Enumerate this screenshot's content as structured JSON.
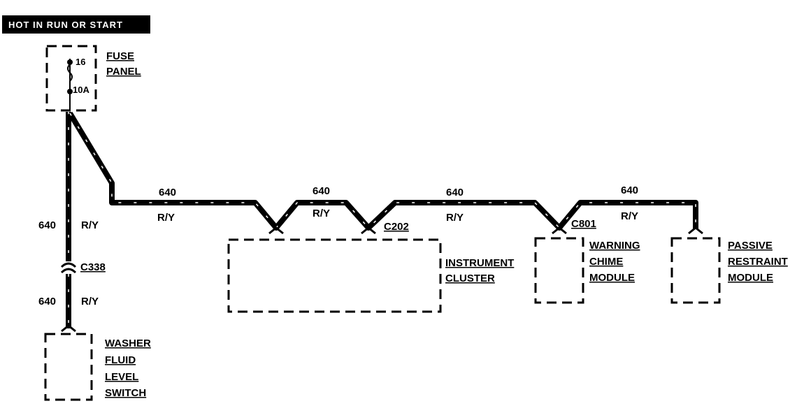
{
  "header": {
    "power_label": "HOT IN RUN OR START"
  },
  "fuse_panel": {
    "line1": "FUSE",
    "line2": "PANEL",
    "fuse_number": "16",
    "fuse_rating": "10A"
  },
  "connectors": {
    "c338": "C338",
    "c202": "C202",
    "c801": "C801"
  },
  "wires": {
    "circuit": "640",
    "color_code": "R/Y"
  },
  "components": {
    "washer": [
      "WASHER",
      "FLUID",
      "LEVEL",
      "SWITCH"
    ],
    "cluster": [
      "INSTRUMENT",
      "CLUSTER"
    ],
    "chime": [
      "WARNING",
      "CHIME",
      "MODULE"
    ],
    "restraint": [
      "PASSIVE",
      "RESTRAINT",
      "MODULE"
    ]
  }
}
